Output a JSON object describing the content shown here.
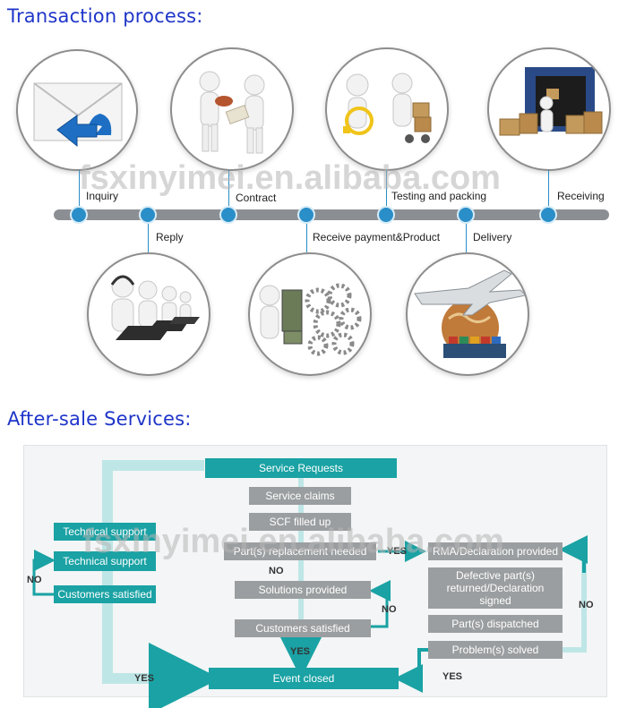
{
  "transaction": {
    "title": "Transaction process:",
    "steps": {
      "inquiry": "Inquiry",
      "reply": "Reply",
      "contract": "Contract",
      "receive_payment": "Receive payment&Product",
      "testing": "Testing and packing",
      "delivery": "Delivery",
      "receiving": "Receiving"
    }
  },
  "after_sale": {
    "title": "After-sale Services:",
    "service_requests": "Service Requests",
    "service_claims": "Service claims",
    "scf_filled": "SCF filled up",
    "parts_needed": "Part(s) replacement needed",
    "solutions": "Solutions provided",
    "customers_satisfied_mid": "Customers satisfied",
    "event_closed": "Event closed",
    "tech_support_1": "Technical support",
    "tech_support_2": "Technical support",
    "customers_satisfied_left": "Customers satisfied",
    "rma": "RMA/Declaration provided",
    "defective": "Defective part(s) returned/Declaration signed",
    "dispatched": "Part(s) dispatched",
    "problems_solved": "Problem(s) solved",
    "yes": "YES",
    "no": "NO"
  },
  "watermark": "fsxinyimei.en.alibaba.com",
  "colors": {
    "title_blue": "#1f35c9",
    "node_blue": "#2a8ec8",
    "teal": "#1aa2a4",
    "gray": "#9b9ea0"
  }
}
